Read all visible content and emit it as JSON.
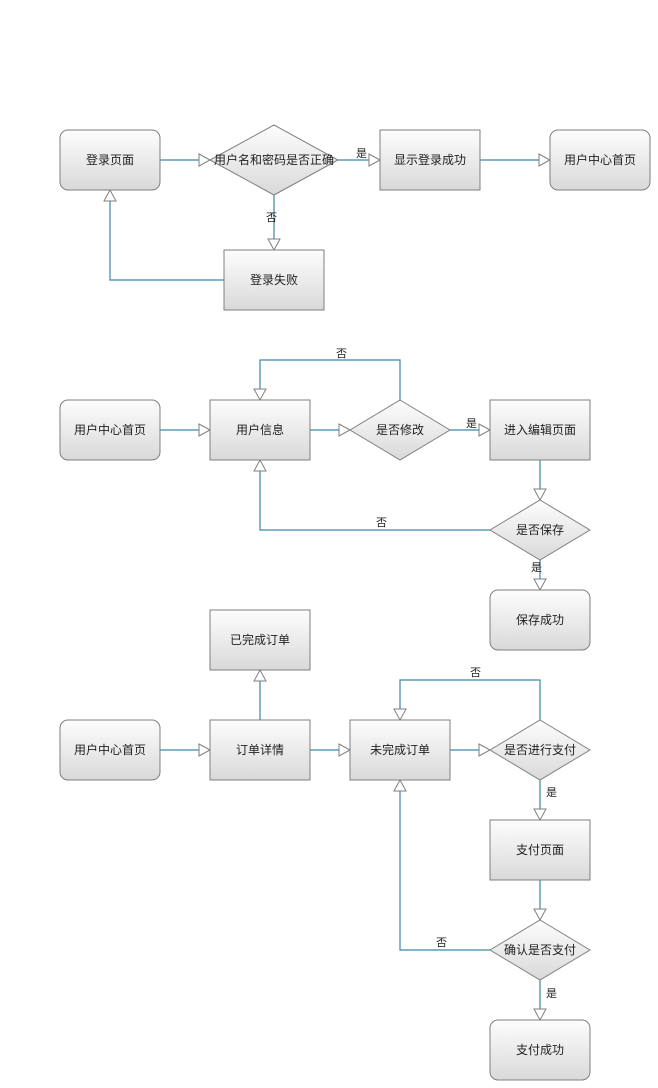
{
  "colors": {
    "connector": "#3b86a6",
    "arrowhead": "#7f7f7f",
    "node_border": "#7f7f7f",
    "fill_top": "#fdfdfd",
    "fill_bottom": "#d9d9d9",
    "text": "#222222"
  },
  "flows": [
    {
      "id": "login",
      "nodes": {
        "login_page": "登录页面",
        "check_credentials": "用户名和密码是否正确",
        "show_success": "显示登录成功",
        "user_home": "用户中心首页",
        "login_failed": "登录失败"
      },
      "edge_labels": {
        "yes": "是",
        "no": "否"
      }
    },
    {
      "id": "profile",
      "nodes": {
        "user_home": "用户中心首页",
        "user_info": "用户信息",
        "modify": "是否修改",
        "edit_page": "进入编辑页面",
        "save": "是否保存",
        "save_success": "保存成功"
      },
      "edge_labels": {
        "loop_no": "否",
        "modify_yes": "是",
        "save_no": "否",
        "save_yes": "是"
      }
    },
    {
      "id": "orders",
      "nodes": {
        "user_home": "用户中心首页",
        "order_details": "订单详情",
        "completed_orders": "已完成订单",
        "incomplete_orders": "未完成订单",
        "pay_decision": "是否进行支付",
        "pay_page": "支付页面",
        "confirm_pay": "确认是否支付",
        "pay_success": "支付成功"
      },
      "edge_labels": {
        "pay_no": "否",
        "pay_yes": "是",
        "confirm_no": "否",
        "confirm_yes": "是"
      }
    }
  ]
}
